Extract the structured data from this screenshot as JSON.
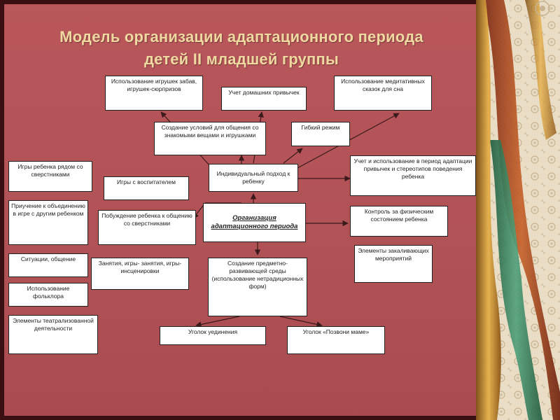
{
  "title_line1": "Модель организации адаптационного периода",
  "title_line2": "детей II младшей группы",
  "colors": {
    "background": "#b15256",
    "title": "#f0d9a0",
    "box": "#ffffff",
    "arrow": "#3a1a1a"
  },
  "nodes": {
    "center": "Организация адаптационного периода",
    "toys": "Использование игрушек забав, игрушек-сюрпризов",
    "home_habits": "Учет домашних привычек",
    "fairy_tales": "Использование медитативных сказок для сна",
    "conditions": "Создание условий для общения со знакомыми вещами и игрушками",
    "flexible": "Гибкий режим",
    "individual": "Индивидуальный подход к ребенку",
    "habits_account": "Учет и использование в период адаптации привычек и стереотипов поведения ребенка",
    "peer_play": "Игры ребенка рядом со сверстниками",
    "teacher_games": "Игры с воспитателем",
    "accustom": "Приучение к объединению в игре с другим ребенком",
    "motivate": "Побуждение ребенка к общению со сверстниками",
    "physical": "Контроль за физическим состоянием ребенка",
    "situations": "Ситуации, общение",
    "classes": "Занятия, игры- занятия, игры- инсценировки",
    "environment": "Создание предметно-развивающей среды (использование нетрадиционных форм)",
    "hardening": "Элементы закаливающих мероприятий",
    "folklore": "Использование фольклора",
    "theatre": "Элементы театрализованной деятельности",
    "solitude": "Уголок уединения",
    "call_mom": "Уголок «Позвони маме»"
  }
}
